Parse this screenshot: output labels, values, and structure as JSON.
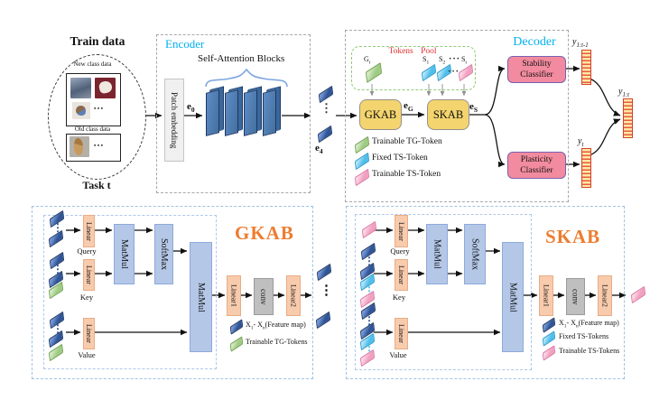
{
  "colors": {
    "accent_cyan": "#00B0F0",
    "accent_red": "#E03030",
    "accent_orange": "#ED7D31",
    "kab_yellow": "#F3D46E",
    "classifier_pink": "#F28B9F",
    "classifier_border": "#7C5FB0",
    "block_blue": "#4E81BD",
    "linear_peach": "#F8CBAD",
    "matmul_blue": "#B4C7E7",
    "conv_gray": "#BFBFBF",
    "token_dark_blue": "#2F5597",
    "token_light_blue": "#4FBEEB",
    "token_green": "#9FCB83",
    "token_pink": "#F2A0C0",
    "output_bar_fill": "#FFE9A0",
    "output_bar_stripe": "#E8584A"
  },
  "train": {
    "title": "Train data",
    "new_class_label": "New class data",
    "old_class_label": "Old class data",
    "ellipsis": "• • •",
    "task_label": "Task t"
  },
  "encoder": {
    "title": "Encoder",
    "self_attention_label": "Self-Attention Blocks",
    "patch_embedding_label": "Patch embedding",
    "e0": "e_{0}",
    "e4": "e_{4}"
  },
  "pool": {
    "title": "Tokens Pool",
    "g_token": "G_{t}",
    "s1": "S_{1}",
    "s2": "S_{2}",
    "st": "S_{t}",
    "hdots": "···"
  },
  "kab": {
    "gkab": "GKAB",
    "skab": "SKAB",
    "eg": "e_{G}",
    "es": "e_{S}"
  },
  "token_legend": [
    {
      "label": "Trainable TG-Token"
    },
    {
      "label": "Fixed TS-Token"
    },
    {
      "label": "Trainable TS-Token"
    }
  ],
  "decoder": {
    "title": "Decoder",
    "stability": "Stability\nClassifier",
    "plasticity": "Plasticity\nClassifier"
  },
  "outputs": {
    "y_prev": "y_{1:t-1}",
    "y_all": "y_{1:t}",
    "y_t": "y_{t}"
  },
  "gkab_detail": {
    "title": "GKAB",
    "linear": "Linear",
    "matmul": "MatMul",
    "softmax": "SoftMax",
    "linear1": "Linear1",
    "conv": "conv",
    "linear2": "Linear2",
    "query": "Query",
    "key": "Key",
    "value": "Value",
    "legend": [
      {
        "label": "X_{1}- X_{n}(Feature map)"
      },
      {
        "label": "Trainable TG-Tokens"
      }
    ]
  },
  "skab_detail": {
    "title": "SKAB",
    "linear": "Linear",
    "matmul": "MatMul",
    "softmax": "SoftMax",
    "linear1": "Linear1",
    "conv": "conv",
    "linear2": "Linear2",
    "query": "Query",
    "key": "Key",
    "value": "Value",
    "legend": [
      {
        "label": "X_{1}- X_{n}(Feature map)"
      },
      {
        "label": "Fixed TS-Tokens"
      },
      {
        "label": "Trainable TS-Tokens"
      }
    ]
  },
  "glyphs": {
    "vdots": "⋮",
    "hdots": "···"
  }
}
